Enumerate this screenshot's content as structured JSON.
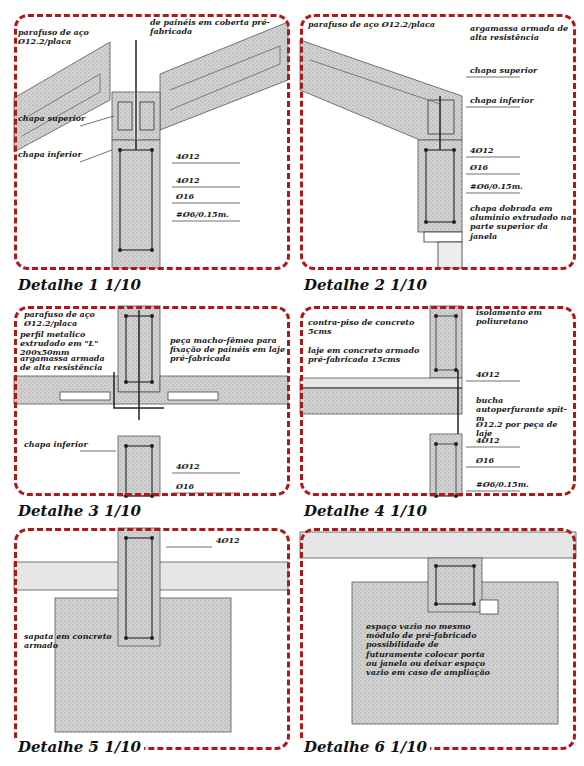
{
  "diagram": {
    "nodes": [
      {
        "text": [
          "Detalhe 1 1/10"
        ]
      },
      {
        "text": [
          "Detalhe 2 1/10"
        ]
      },
      {
        "text": [
          "Detalhe 3 1/10"
        ]
      },
      {
        "text": [
          "Detalhe 4 1/10"
        ]
      },
      {
        "text": [
          "Detalhe 5 1/10"
        ]
      },
      {
        "text": [
          "Detalhe 6 1/10"
        ]
      }
    ],
    "edges": [],
    "labels": [
      "parafuso de aço Ø12.2/placa",
      "de painéis em coberta pré-fabricada",
      "chapa superior",
      "chapa inferior",
      "4Ø12",
      "4Ø12",
      "Ø16",
      "#Ø6/0.15m.",
      "parafuso de aço Ø12.2/placa",
      "argamassa armada de alta resistência",
      "chapa superior",
      "chapa inferior",
      "4Ø12",
      "Ø16",
      "#Ø6/0.15m.",
      "chapa dobrada em aluminio extrudado na parte superior da janela",
      "parafuso de aço Ø12.2/placa",
      "perfil metalico extrudado em \"L\" 200x50mm",
      "argamassa armada de alta resistência",
      "peça macho-fêmea para fixação de painéis em laje pré-fabricada",
      "chapa inferior",
      "4Ø12",
      "Ø16",
      "contra-piso de concreto 5cms",
      "isolamento em poliuretano",
      "laje em concreto armado pré-fabricada 15cms",
      "4Ø12",
      "bucha autoperfurante spit-m",
      "Ø12.2 por peça de laje",
      "4Ø12",
      "Ø16",
      "#Ø6/0.15m.",
      "4Ø12",
      "sapata em concreto armado",
      "espaço vazio no mesmo módulo de pré-fabricado possibilidade de futuramente colocar porta ou janela ou deixar espaço vazio em caso de ampliação"
    ]
  }
}
